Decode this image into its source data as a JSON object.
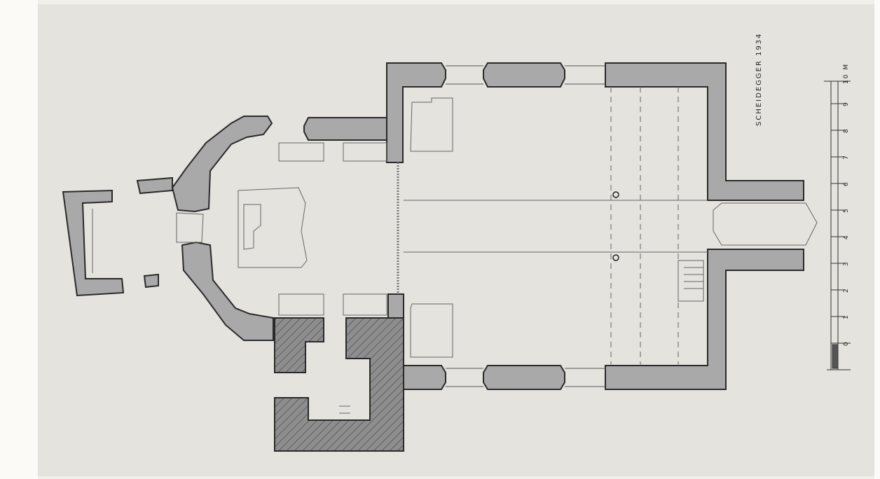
{
  "drawing": {
    "signature": "SCHEIDEGGER 1934",
    "scale_bar": {
      "ticks": [
        "0",
        "1",
        "2",
        "3",
        "4",
        "5",
        "6",
        "7",
        "8",
        "9",
        "10 M"
      ]
    }
  },
  "colors": {
    "paper": "#e4e3de",
    "wall_fill": "#a9a9a9",
    "wall_stroke": "#2a2a2a",
    "hatch_fill": "#8e8e8e",
    "line": "#555555"
  }
}
